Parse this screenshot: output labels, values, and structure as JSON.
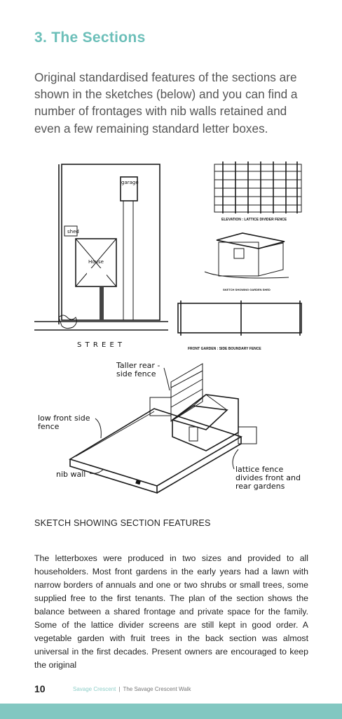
{
  "page": {
    "title": "3. The Sections",
    "intro": "Original standardised features of the sections are shown in the sketches (below) and you can find a number of frontages with nib walls retained and even a few remaining standard letter boxes.",
    "caption": "SKETCH SHOWING SECTION FEATURES",
    "body": "The letterboxes were produced in two sizes and provided to all householders. Most front gardens in the early years had a lawn with narrow borders of annuals and one or two shrubs or small trees, some supplied free to the first tenants. The plan of the section shows the balance between a shared frontage and private space for the family. Some of the lattice divider screens are still kept in good order. A vegetable garden with fruit trees in the back section was almost universal in the first decades.  Present owners are encouraged to keep the original"
  },
  "figure": {
    "plan": {
      "garage": "garage",
      "shed": "shed",
      "house": "House",
      "street": "S T R E E T"
    },
    "labels": {
      "elevation": "ELEVATION : LATTICE DIVIDER FENCE",
      "shed_sketch": "SKETCH SHOWING GARDEN SHED",
      "front_fence": "FRONT GARDEN : SIDE BOUNDARY FENCE",
      "taller_rear_1": "Taller rear -",
      "taller_rear_2": "side fence",
      "low_front_1": "low front side",
      "low_front_2": "fence",
      "nib_wall": "nib wall",
      "lattice_1": "lattice fence",
      "lattice_2": "divides front and",
      "lattice_3": "rear gardens"
    }
  },
  "footer": {
    "page_number": "10",
    "brand": "Savage Crescent",
    "separator": "|",
    "title": "The Savage Crescent Walk"
  },
  "colors": {
    "heading": "#6cbfb9",
    "band": "#82c7c1",
    "footer_brand": "#8fcfc9"
  }
}
